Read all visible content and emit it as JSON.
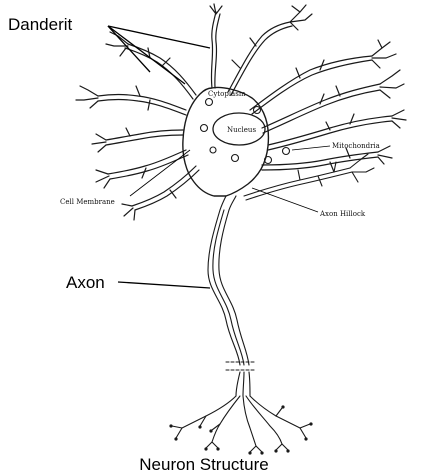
{
  "labels": {
    "dendrite": "Danderit",
    "axon": "Axon",
    "cytoplasm": "Cytoplasm",
    "nucleus": "Nucleus",
    "mitochondria": "Mitochondria",
    "cell_membrane": "Cell Membrane",
    "axon_hillock": "Axon Hillock",
    "title": "Neuron Structure"
  },
  "colors": {
    "ink": "#1a1a1a",
    "background": "#ffffff"
  }
}
